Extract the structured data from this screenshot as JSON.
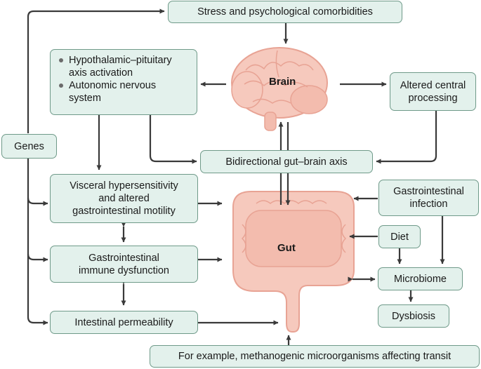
{
  "labels": {
    "stress": "Stress and psychological comorbidities",
    "hpa_items": [
      "Hypothalamic–pituitary axis activation",
      "Autonomic nervous system"
    ],
    "altered_central": [
      "Altered central",
      "processing"
    ],
    "genes": "Genes",
    "bidirectional": "Bidirectional gut–brain axis",
    "visceral": [
      "Visceral hypersensitivity",
      "and altered",
      "gastrointestinal motility"
    ],
    "gi_infection": [
      "Gastrointestinal",
      "infection"
    ],
    "diet": "Diet",
    "immune": [
      "Gastrointestinal",
      "immune dysfunction"
    ],
    "microbiome": "Microbiome",
    "dysbiosis": "Dysbiosis",
    "permeability": "Intestinal permeability",
    "example": "For example, methanogenic microorganisms affecting transit",
    "brain": "Brain",
    "gut": "Gut"
  },
  "colors": {
    "box_fill": "#e3f1ec",
    "box_border": "#6f9a89",
    "arrow": "#3a3a3a",
    "organ_fill": "#f6c9bd",
    "organ_stroke": "#e8a394"
  }
}
